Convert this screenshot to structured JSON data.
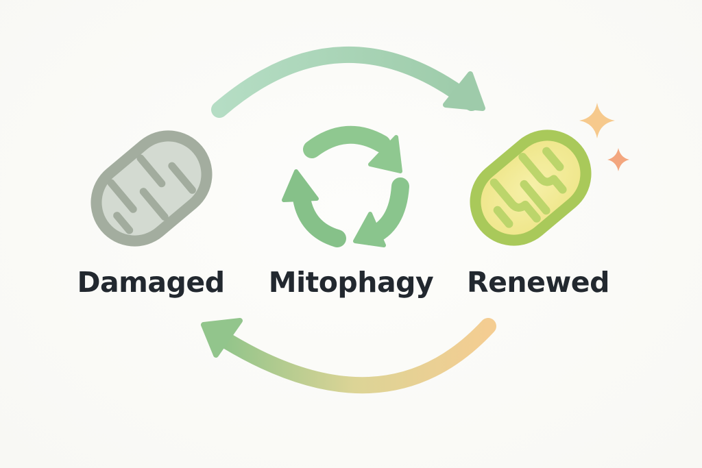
{
  "diagram": {
    "labels": {
      "damaged": "Damaged",
      "mitophagy": "Mitophagy",
      "renewed": "Renewed"
    },
    "icons": {
      "damaged": "damaged-mitochondrion-icon",
      "center": "recycle-icon",
      "renewed": "renewed-mitochondrion-icon",
      "sparkle": "sparkle-icon"
    },
    "colors": {
      "damaged_outer": "#a3ad9f",
      "damaged_inner": "#d3dad1",
      "damaged_cristae": "#a2ac9e",
      "renewed_outer": "#a9c95a",
      "renewed_inner": "#f3eb98",
      "renewed_cristae": "#b9d267",
      "recycle": "#8cc48e",
      "top_arrow": "#9fcfad",
      "bottom_arrow_start": "#f4cd92",
      "bottom_arrow_end": "#90c48a",
      "sparkle_large": "#f6c98c",
      "sparkle_small": "#f3a67e",
      "text": "#22282f"
    }
  }
}
